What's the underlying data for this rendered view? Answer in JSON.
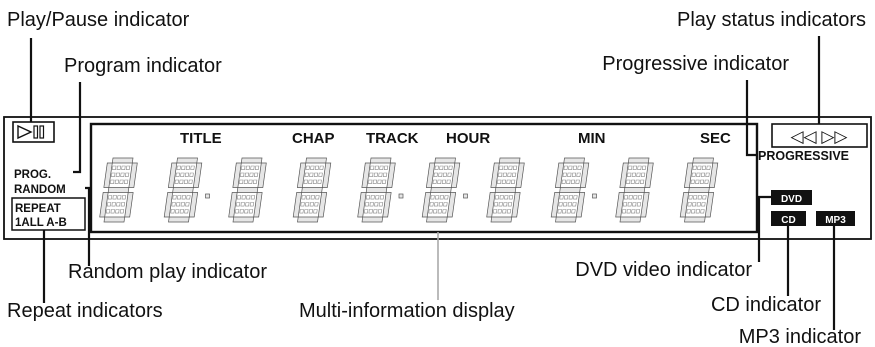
{
  "callouts": {
    "play_pause": "Play/Pause indicator",
    "program": "Program indicator",
    "play_status": "Play status indicators",
    "progressive": "Progressive indicator",
    "random": "Random play indicator",
    "dvd_video": "DVD video indicator",
    "repeat": "Repeat indicators",
    "multi_info": "Multi-information display",
    "cd": "CD indicator",
    "mp3": "MP3 indicator"
  },
  "display": {
    "headers": [
      "TITLE",
      "CHAP",
      "TRACK",
      "HOUR",
      "MIN",
      "SEC"
    ],
    "left_labels": {
      "prog": "PROG.",
      "random": "RANDOM",
      "repeat": "REPEAT",
      "repeat_modes": "1ALL A-B"
    },
    "right_labels": {
      "progressive": "PROGRESSIVE",
      "dvd": "DVD",
      "cd": "CD",
      "mp3": "MP3"
    },
    "play_status_symbols": "◁◁  ▷▷",
    "digit_count": 10
  }
}
